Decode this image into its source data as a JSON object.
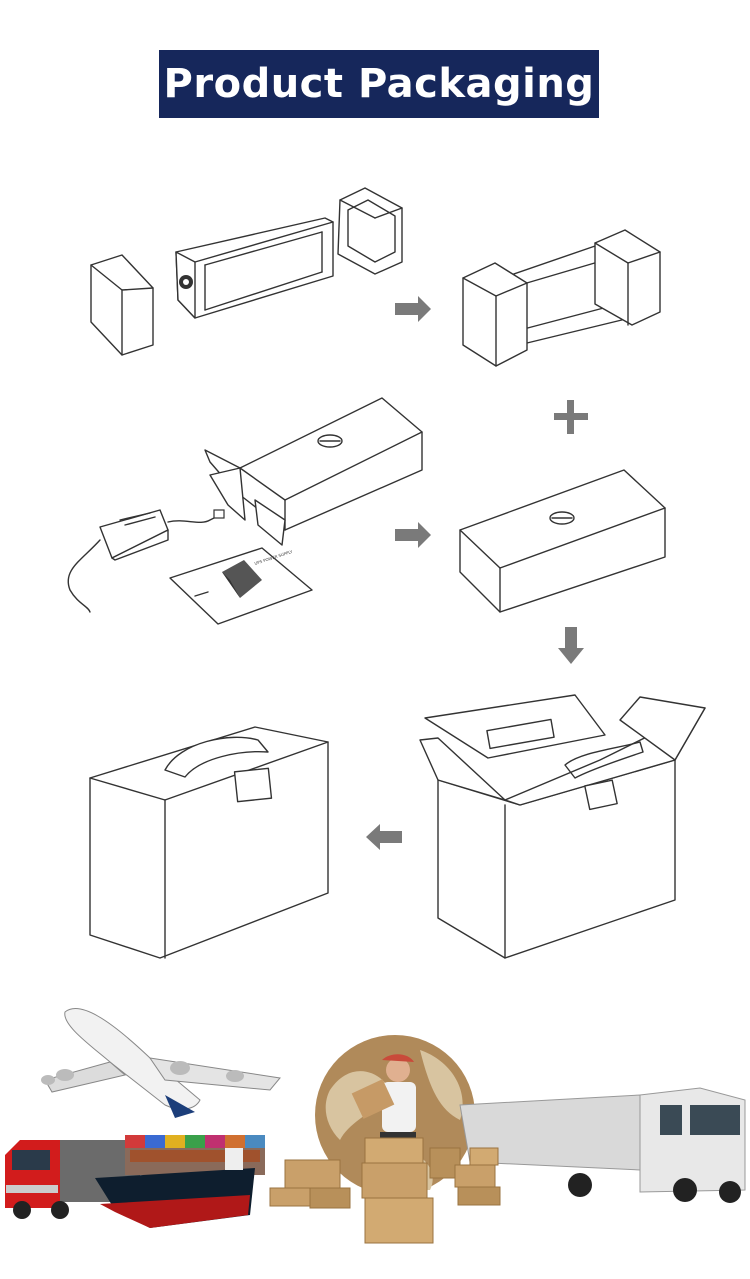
{
  "title": "Product Packaging",
  "colors": {
    "banner_bg": "#16275b",
    "banner_text": "#ffffff",
    "arrow": "#7a7a7a",
    "line": "#333333"
  },
  "steps": [
    {
      "id": "step1",
      "description_icon": "battery-with-foam-end-caps"
    },
    {
      "id": "step2",
      "description_icon": "battery-in-end-caps"
    },
    {
      "id": "step3",
      "description_icon": "adapter-manual-inner-box"
    },
    {
      "id": "step4",
      "description_icon": "closed-inner-box"
    },
    {
      "id": "step5",
      "description_icon": "open-shipping-carton"
    },
    {
      "id": "step6",
      "description_icon": "closed-carton-with-handle"
    }
  ],
  "manual_label": "UPS POWER SUPPLY",
  "shipping_icons": [
    "airplane-icon",
    "truck-icon",
    "cargo-ship-icon",
    "courier-with-boxes-icon",
    "globe-icon",
    "semi-truck-icon"
  ]
}
